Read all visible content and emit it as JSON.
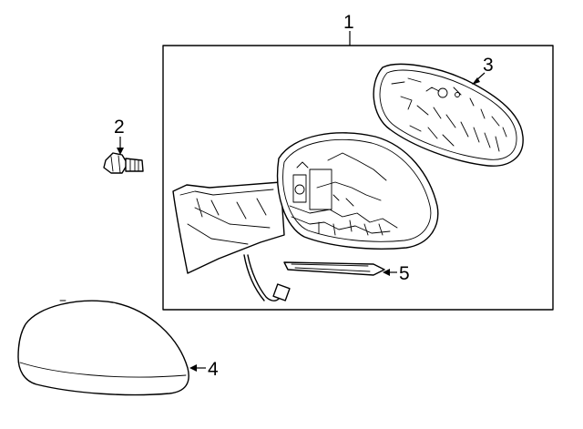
{
  "callouts": [
    {
      "id": "1",
      "text": "1",
      "part": "outside-mirror-assembly"
    },
    {
      "id": "2",
      "text": "2",
      "part": "mounting-bolt"
    },
    {
      "id": "3",
      "text": "3",
      "part": "mirror-glass"
    },
    {
      "id": "4",
      "text": "4",
      "part": "mirror-cover"
    },
    {
      "id": "5",
      "text": "5",
      "part": "side-turn-lamp"
    }
  ]
}
